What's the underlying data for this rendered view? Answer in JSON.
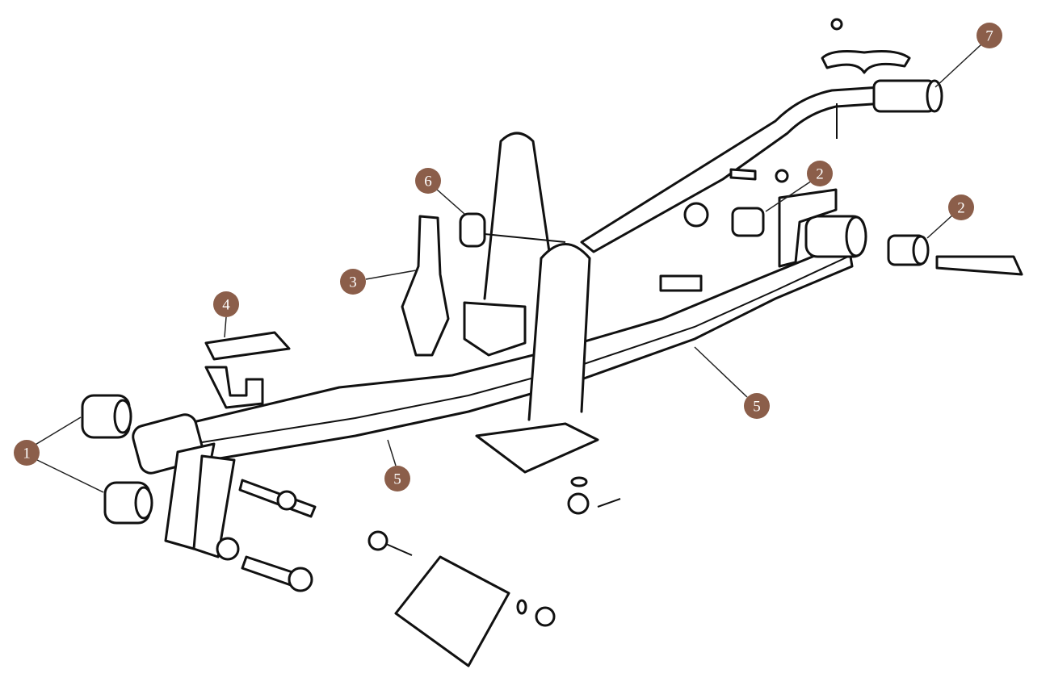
{
  "diagram": {
    "callout_color": "#8b5e4a",
    "callouts": [
      {
        "id": "callout-1",
        "label": "1"
      },
      {
        "id": "callout-2a",
        "label": "2"
      },
      {
        "id": "callout-2b",
        "label": "2"
      },
      {
        "id": "callout-3",
        "label": "3"
      },
      {
        "id": "callout-4",
        "label": "4"
      },
      {
        "id": "callout-5a",
        "label": "5"
      },
      {
        "id": "callout-5b",
        "label": "5"
      },
      {
        "id": "callout-6",
        "label": "6"
      },
      {
        "id": "callout-7",
        "label": "7"
      }
    ]
  }
}
